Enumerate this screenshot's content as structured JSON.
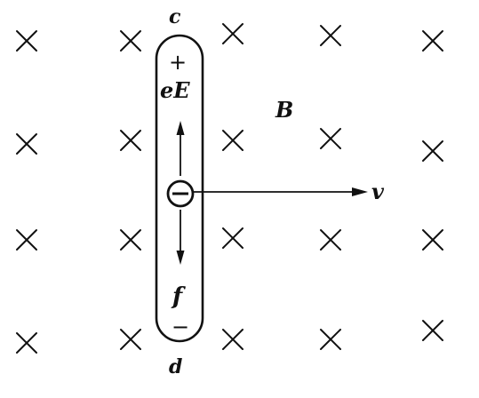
{
  "labels": {
    "top_end": "c",
    "bottom_end": "d",
    "electric_force": "eE",
    "lorentz_force": "f",
    "magnetic_field": "B",
    "velocity": "v",
    "top_charge": "+",
    "bottom_charge": "−",
    "electron": "⊖"
  },
  "field": {
    "direction": "into-page",
    "symbol": "cross"
  },
  "colors": {
    "ink": "#111111",
    "background": "#ffffff"
  }
}
